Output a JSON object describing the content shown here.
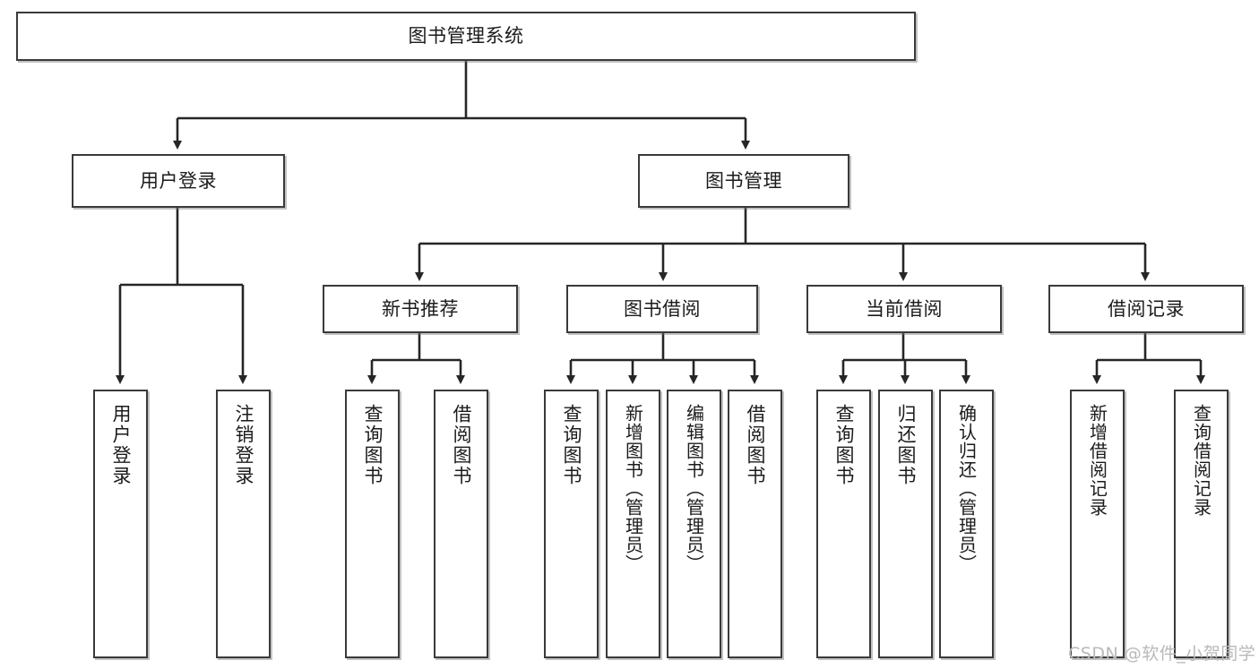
{
  "diagram": {
    "type": "tree-hierarchy",
    "title": "图书管理系统",
    "root": {
      "id": "root",
      "label": "图书管理系统"
    },
    "level1": [
      {
        "id": "user-login",
        "label": "用户登录"
      },
      {
        "id": "book-manage",
        "label": "图书管理"
      }
    ],
    "level2": [
      {
        "id": "new-book-rec",
        "label": "新书推荐",
        "parent": "book-manage"
      },
      {
        "id": "book-borrow",
        "label": "图书借阅",
        "parent": "book-manage"
      },
      {
        "id": "current-borrow",
        "label": "当前借阅",
        "parent": "book-manage"
      },
      {
        "id": "borrow-record",
        "label": "借阅记录",
        "parent": "book-manage"
      }
    ],
    "leaves": [
      {
        "id": "leaf-user-login",
        "label": "用户登录",
        "parent": "user-login"
      },
      {
        "id": "leaf-logout",
        "label": "注销登录",
        "parent": "user-login"
      },
      {
        "id": "leaf-query-book-1",
        "label": "查询图书",
        "parent": "new-book-rec"
      },
      {
        "id": "leaf-borrow-book-1",
        "label": "借阅图书",
        "parent": "new-book-rec"
      },
      {
        "id": "leaf-query-book-2",
        "label": "查询图书",
        "parent": "book-borrow"
      },
      {
        "id": "leaf-add-book",
        "label": "新增图书（管理员）",
        "parent": "book-borrow"
      },
      {
        "id": "leaf-edit-book",
        "label": "编辑图书（管理员）",
        "parent": "book-borrow"
      },
      {
        "id": "leaf-borrow-book-2",
        "label": "借阅图书",
        "parent": "book-borrow"
      },
      {
        "id": "leaf-query-book-3",
        "label": "查询图书",
        "parent": "current-borrow"
      },
      {
        "id": "leaf-return-book",
        "label": "归还图书",
        "parent": "current-borrow"
      },
      {
        "id": "leaf-confirm-return",
        "label": "确认归还（管理员）",
        "parent": "current-borrow"
      },
      {
        "id": "leaf-add-record",
        "label": "新增借阅记录",
        "parent": "borrow-record"
      },
      {
        "id": "leaf-query-record",
        "label": "查询借阅记录",
        "parent": "borrow-record"
      }
    ],
    "colors": {
      "box_border": "#3a3a3a",
      "box_fill": "#ffffff",
      "connector": "#262626",
      "text": "#1b1b1b",
      "watermark": "#b9b9b9",
      "background": "#ffffff"
    }
  },
  "watermark": {
    "text": "CSDN @软件_小贺同学"
  }
}
